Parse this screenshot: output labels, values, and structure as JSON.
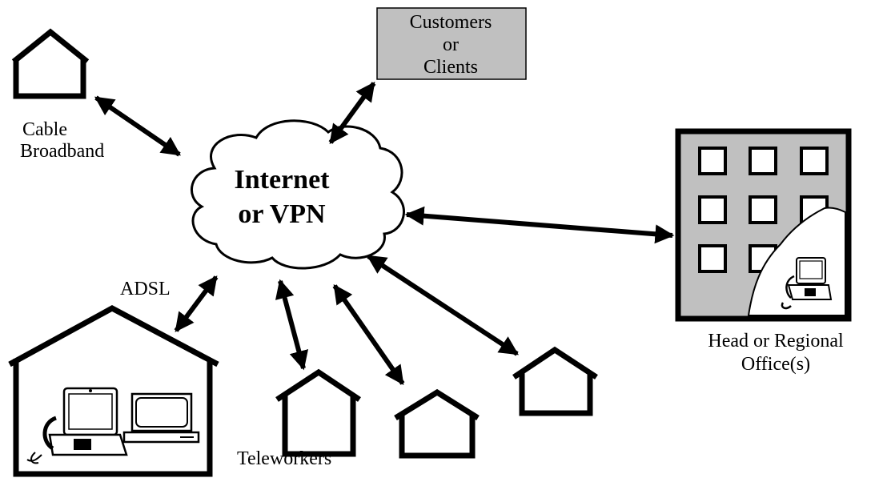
{
  "cloud": {
    "line1": "Internet",
    "line2": "or VPN"
  },
  "customers": {
    "line1": "Customers",
    "line2": "or",
    "line3": "Clients",
    "fill_color": "#c0c0c0"
  },
  "labels": {
    "cable_line1": "Cable",
    "cable_line2": "Broadband",
    "adsl": "ADSL",
    "teleworkers": "Teleworkers",
    "office_line1": "Head or Regional",
    "office_line2": "Office(s)"
  },
  "colors": {
    "stroke": "#000000",
    "building_fill": "#c0c0c0",
    "background": "#ffffff"
  },
  "icons": [
    "house-icon",
    "office-building-icon",
    "video-phone-icon",
    "computer-icon",
    "cloud-icon"
  ]
}
